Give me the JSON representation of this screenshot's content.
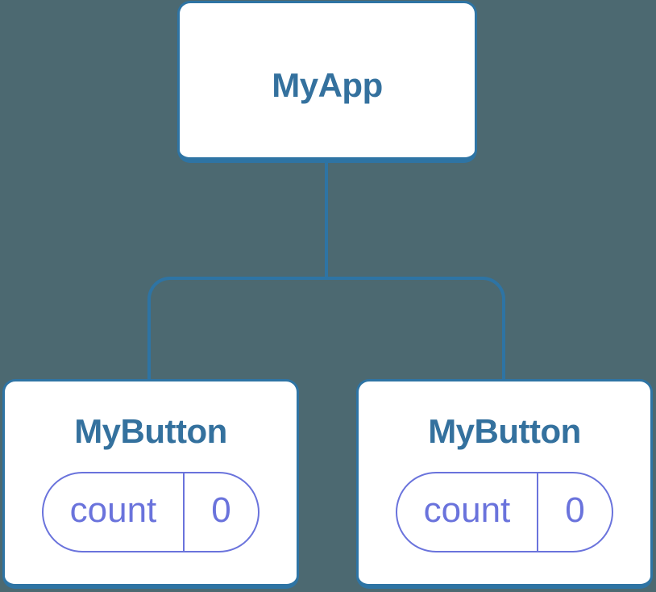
{
  "canvas": {
    "background": "#4C6971"
  },
  "colors": {
    "card_background": "#FFFFFF",
    "card_border": "#2E74A4",
    "connector": "#2E74A4",
    "title_text": "#34719E",
    "pill_accent": "#6A73DC"
  },
  "tree": {
    "root": {
      "label": "MyApp"
    },
    "children": [
      {
        "label": "MyButton",
        "state": {
          "name": "count",
          "value": "0"
        }
      },
      {
        "label": "MyButton",
        "state": {
          "name": "count",
          "value": "0"
        }
      }
    ]
  }
}
